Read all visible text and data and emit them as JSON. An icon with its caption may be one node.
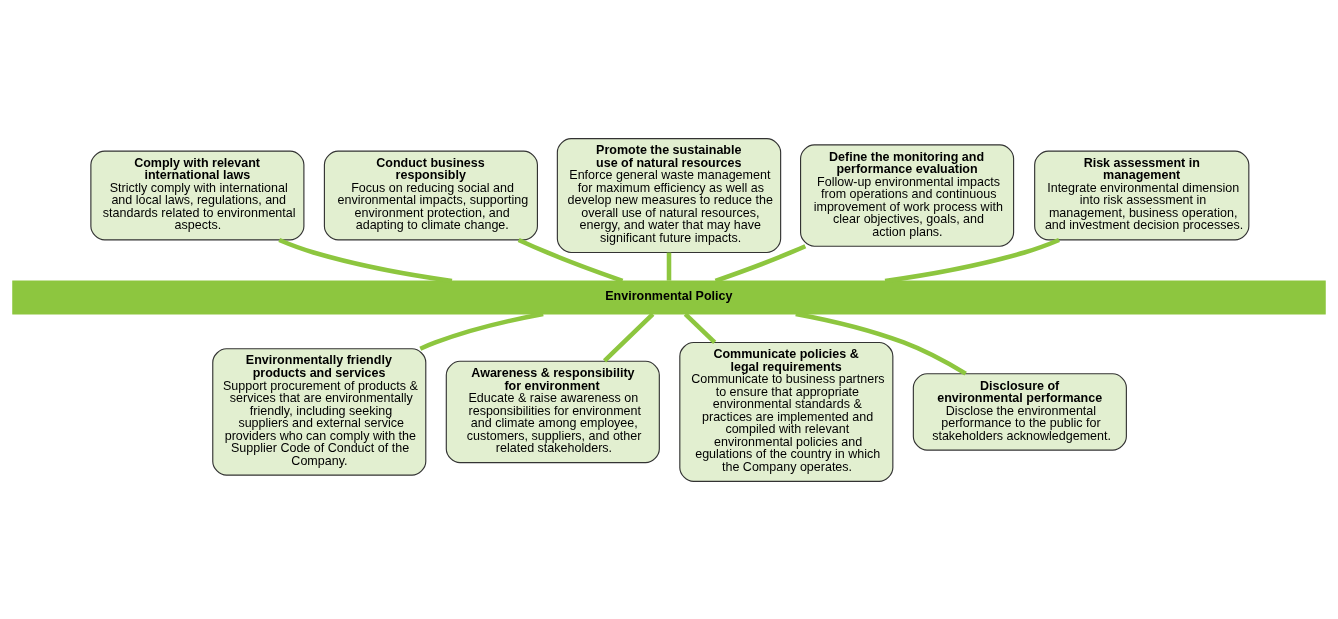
{
  "diagram": {
    "nodes": [
      {
        "text": [
          "Comply with relevant international laws",
          "Strictly comply with international and local laws, regulations, and standards related to environmental aspects."
        ]
      },
      {
        "text": [
          "Conduct business responsibly",
          "Focus on reducing social and environmental impacts, supporting environment protection, and adapting to climate change."
        ]
      },
      {
        "text": [
          "Promote the sustainable use of natural resources",
          "Enforce general waste management for maximum efficiency as well as develop new measures to reduce the overall use of natural resources, energy, and water that may have significant future impacts."
        ]
      },
      {
        "text": [
          "Define the monitoring and performance evaluation",
          "Follow-up environmental impacts from operations and continuous improvement of work process with clear objectives, goals, and action plans."
        ]
      },
      {
        "text": [
          "Risk assessment in management",
          "Integrate environmental dimension into risk assessment in management, business operation, and investment decision processes."
        ]
      },
      {
        "text": [
          "Environmental Policy"
        ]
      },
      {
        "text": [
          "Environmentally friendly products and services",
          "Support procurement of products & services that are environmentally friendly, including seeking suppliers and external service providers who can comply with the Supplier Code of Conduct of the Company."
        ]
      },
      {
        "text": [
          "Awareness & responsibility for environment",
          "Educate & raise awareness on responsibilities for environment and climate among employee, customers, suppliers, and other related stakeholders."
        ]
      },
      {
        "text": [
          "Communicate policies & legal requirements",
          "Communicate to business partners to ensure that appropriate environmental standards & practices are implemented and compiled with relevant environmental policies and egulations of the country in which the Company operates."
        ]
      },
      {
        "text": [
          "Disclosure of environmental performance",
          "Disclose the environmental performance to the public for stakeholders acknowledgement."
        ]
      }
    ],
    "edges": [
      {
        "from": 0,
        "to": 5,
        "arrow": "none"
      },
      {
        "from": 1,
        "to": 5,
        "arrow": "none"
      },
      {
        "from": 2,
        "to": 5,
        "arrow": "none"
      },
      {
        "from": 3,
        "to": 5,
        "arrow": "none"
      },
      {
        "from": 4,
        "to": 5,
        "arrow": "none"
      },
      {
        "from": 5,
        "to": 6,
        "arrow": "none"
      },
      {
        "from": 5,
        "to": 7,
        "arrow": "none"
      },
      {
        "from": 5,
        "to": 8,
        "arrow": "none"
      },
      {
        "from": 5,
        "to": 9,
        "arrow": "none"
      }
    ]
  }
}
